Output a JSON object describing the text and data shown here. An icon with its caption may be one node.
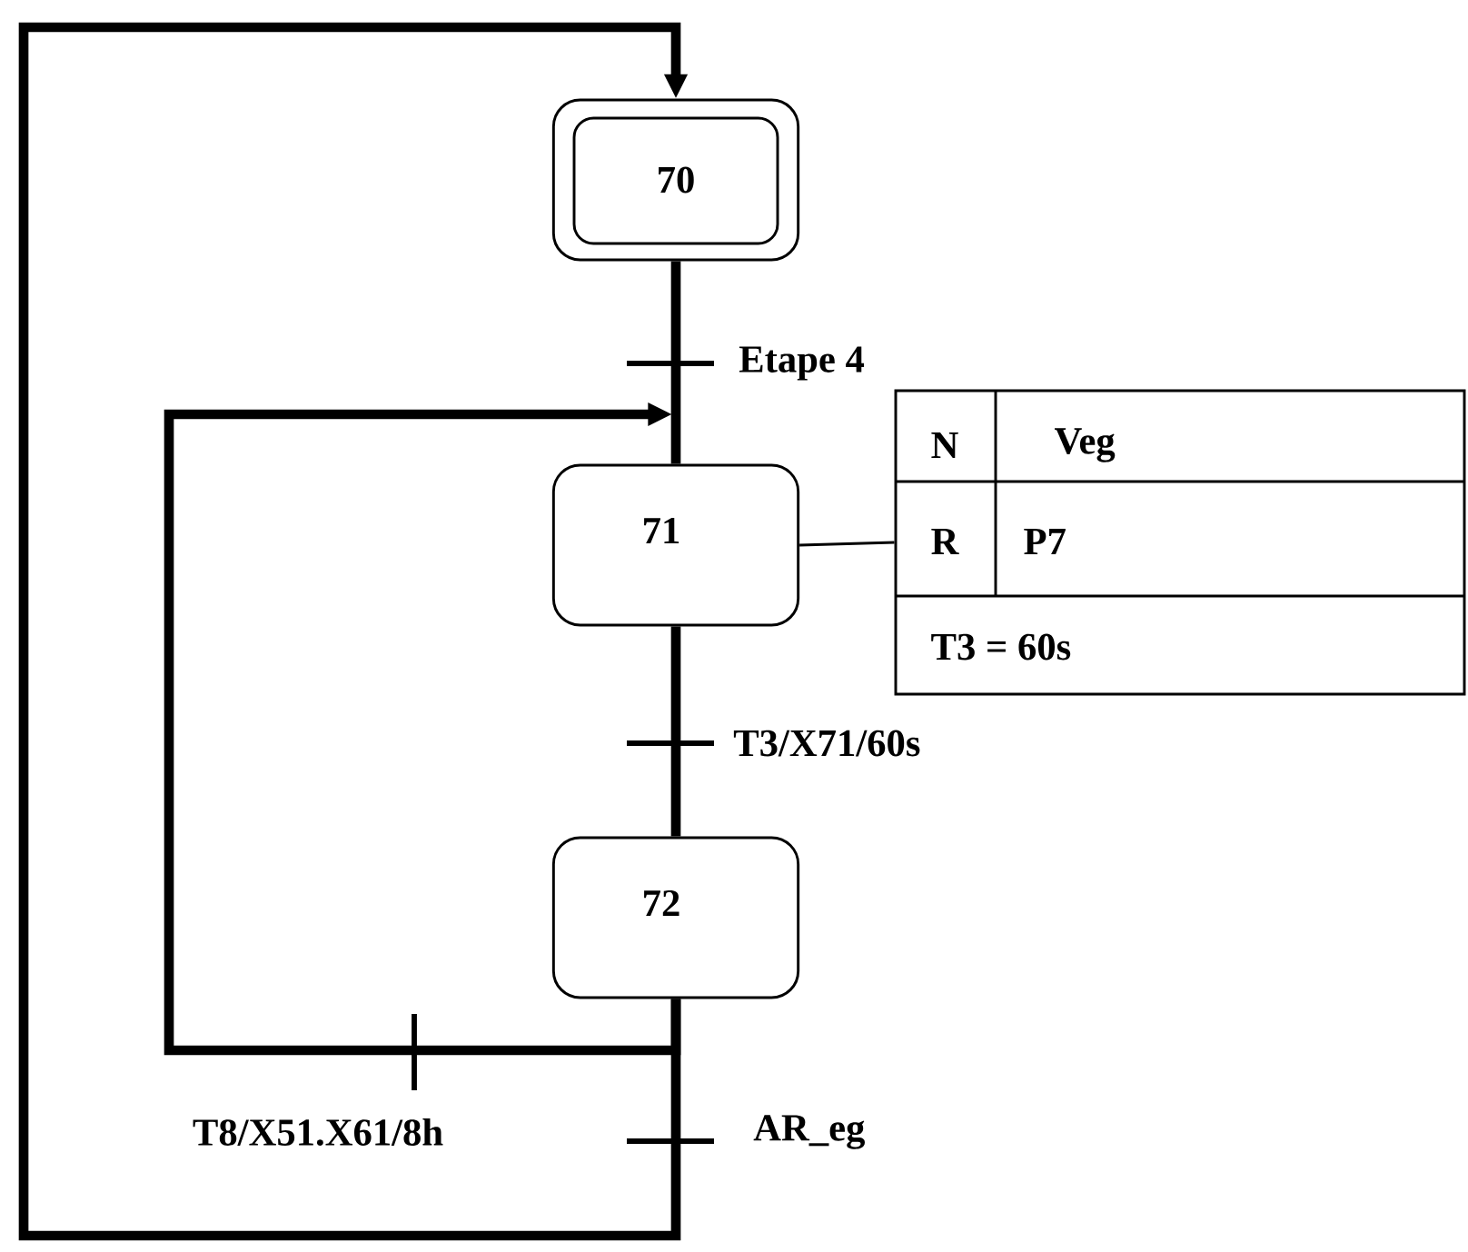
{
  "diagram": {
    "nodes": [
      {
        "text": [
          "70"
        ]
      },
      {
        "text": [
          "71"
        ]
      },
      {
        "text": [
          "72"
        ]
      },
      {
        "text": [
          "N",
          "Veg",
          "R",
          "P7",
          "T3 = 60s"
        ]
      }
    ],
    "edges": [
      {
        "from": 0,
        "to": 1,
        "arrow": "none",
        "label": "Etape 4"
      },
      {
        "from": 1,
        "to": 2,
        "arrow": "none",
        "label": "T3/X71/60s"
      },
      {
        "from": 2,
        "to": 1,
        "arrow": "to",
        "label": "T8/X51.X61/8h"
      },
      {
        "from": 2,
        "to": 0,
        "arrow": "to",
        "label": "AR_eg"
      },
      {
        "from": 1,
        "to": 3,
        "arrow": "none"
      }
    ]
  }
}
